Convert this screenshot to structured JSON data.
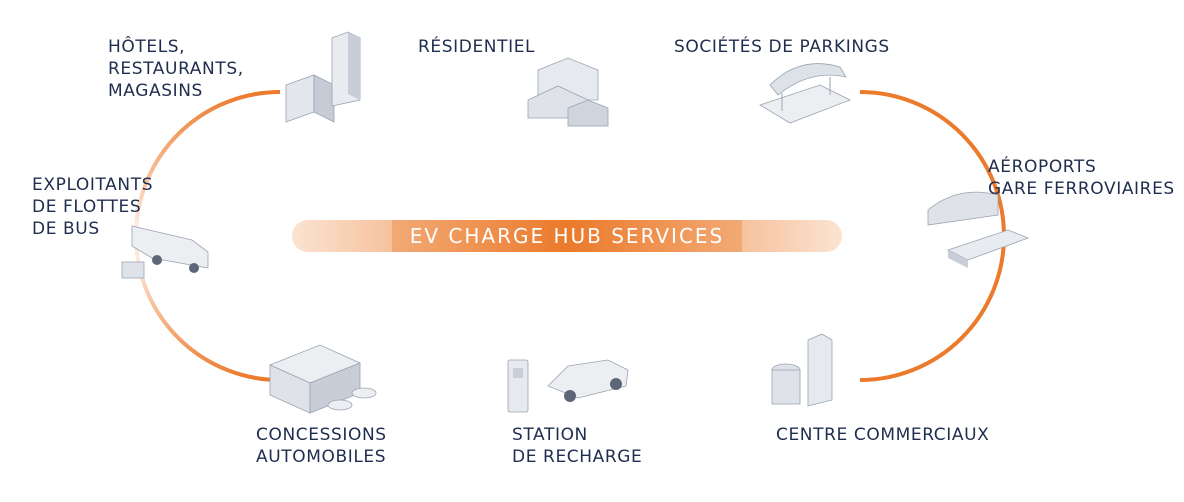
{
  "center_title": "EV CHARGE HUB SERVICES",
  "colors": {
    "track": "#ec7a2c",
    "text": "#1f2d4e",
    "building": "#c9ced8"
  },
  "nodes": [
    {
      "id": "hotels",
      "icon": "hotel-building-icon",
      "lines": [
        "HÔTELS,",
        "RESTAURANTS,",
        "MAGASINS"
      ]
    },
    {
      "id": "residential",
      "icon": "house-icon",
      "lines": [
        "RÉSIDENTIEL"
      ]
    },
    {
      "id": "parking",
      "icon": "parking-canopy-icon",
      "lines": [
        "SOCIÉTÉS DE PARKINGS"
      ]
    },
    {
      "id": "airports",
      "icon": "airport-terminal-icon",
      "lines": [
        "AÉROPORTS",
        "GARE FERROVIAIRES"
      ]
    },
    {
      "id": "malls",
      "icon": "mall-tower-icon",
      "lines": [
        "CENTRE COMMERCIAUX"
      ]
    },
    {
      "id": "station",
      "icon": "charging-station-icon",
      "lines": [
        "STATION",
        "DE RECHARGE"
      ]
    },
    {
      "id": "dealers",
      "icon": "dealership-icon",
      "lines": [
        "CONCESSIONS",
        "AUTOMOBILES"
      ]
    },
    {
      "id": "bus",
      "icon": "bus-fleet-icon",
      "lines": [
        "EXPLOITANTS",
        "DE FLOTTES",
        "DE BUS"
      ]
    }
  ]
}
